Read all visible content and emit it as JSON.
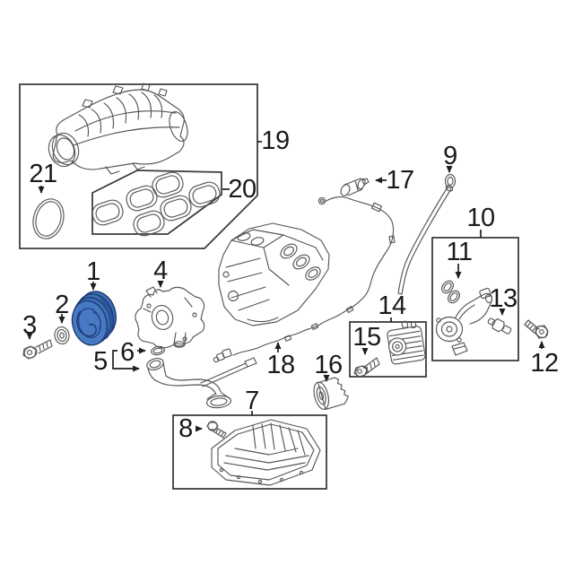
{
  "colors": {
    "background": "#ffffff",
    "diagram_line": "#565656",
    "box_line": "#3d3d3d",
    "leader_line": "#1f1f1f",
    "callout_text": "#1a1a1a",
    "highlight_fill": "#3e6fb8",
    "highlight_outline": "#1e3c70"
  },
  "callouts": [
    {
      "label": "1",
      "part": "crankshaft-pulley-highlighted"
    },
    {
      "label": "2",
      "part": "crankshaft-front-seal"
    },
    {
      "label": "3",
      "part": "pulley-bolt"
    },
    {
      "label": "4",
      "part": "water-pump"
    },
    {
      "label": "5",
      "part": "oil-pickup-tube"
    },
    {
      "label": "6",
      "part": "pickup-tube-o-ring"
    },
    {
      "label": "7",
      "part": "oil-pan"
    },
    {
      "label": "8",
      "part": "oil-pan-bolt"
    },
    {
      "label": "9",
      "part": "oil-dipstick"
    },
    {
      "label": "10",
      "part": "oil-pump-assembly"
    },
    {
      "label": "11",
      "part": "oil-pump-gasket"
    },
    {
      "label": "12",
      "part": "oil-pump-bolt"
    },
    {
      "label": "13",
      "part": "oil-pressure-sensor"
    },
    {
      "label": "14",
      "part": "oil-cooler"
    },
    {
      "label": "15",
      "part": "oil-cooler-bolt"
    },
    {
      "label": "16",
      "part": "oil-filter"
    },
    {
      "label": "17",
      "part": "camshaft-sensor"
    },
    {
      "label": "18",
      "part": "wiring-harness"
    },
    {
      "label": "19",
      "part": "intake-manifold"
    },
    {
      "label": "20",
      "part": "intake-gasket-set"
    },
    {
      "label": "21",
      "part": "throttle-o-ring"
    }
  ]
}
